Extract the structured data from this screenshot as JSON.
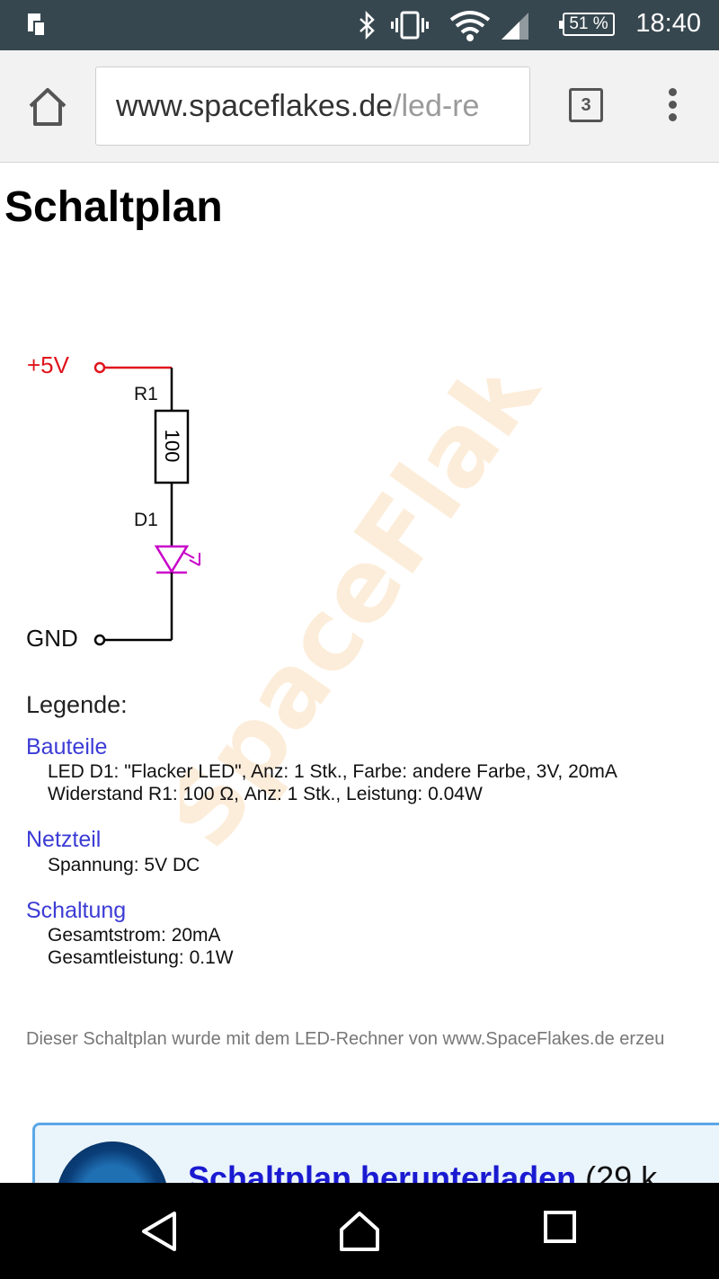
{
  "status_bar": {
    "battery_percent": "51 %",
    "time": "18:40"
  },
  "browser": {
    "url_domain": "www.spaceflakes.de",
    "url_path": "/led-re",
    "tab_count": "3"
  },
  "page": {
    "title": "Schaltplan",
    "schematic": {
      "supply_label": "+5V",
      "ground_label": "GND",
      "resistor_name": "R1",
      "resistor_value": "100",
      "led_name": "D1",
      "supply_color": "#e0141e",
      "led_color": "#c800c8"
    },
    "legend": {
      "title": "Legende:",
      "sections": [
        {
          "heading": "Bauteile",
          "lines": [
            "LED D1: \"Flacker LED\", Anz: 1 Stk., Farbe: andere Farbe, 3V, 20mA",
            "Widerstand R1: 100 Ω, Anz: 1 Stk., Leistung: 0.04W"
          ]
        },
        {
          "heading": "Netzteil",
          "lines": [
            "Spannung: 5V DC"
          ]
        },
        {
          "heading": "Schaltung",
          "lines": [
            "Gesamtstrom: 20mA",
            "Gesamtleistung: 0.1W"
          ]
        }
      ]
    },
    "footer_note": "Dieser Schaltplan wurde mit dem LED-Rechner von www.SpaceFlakes.de erzeu",
    "download": {
      "link_text": "Schaltplan herunterladen",
      "size_text": "(29 k"
    }
  }
}
